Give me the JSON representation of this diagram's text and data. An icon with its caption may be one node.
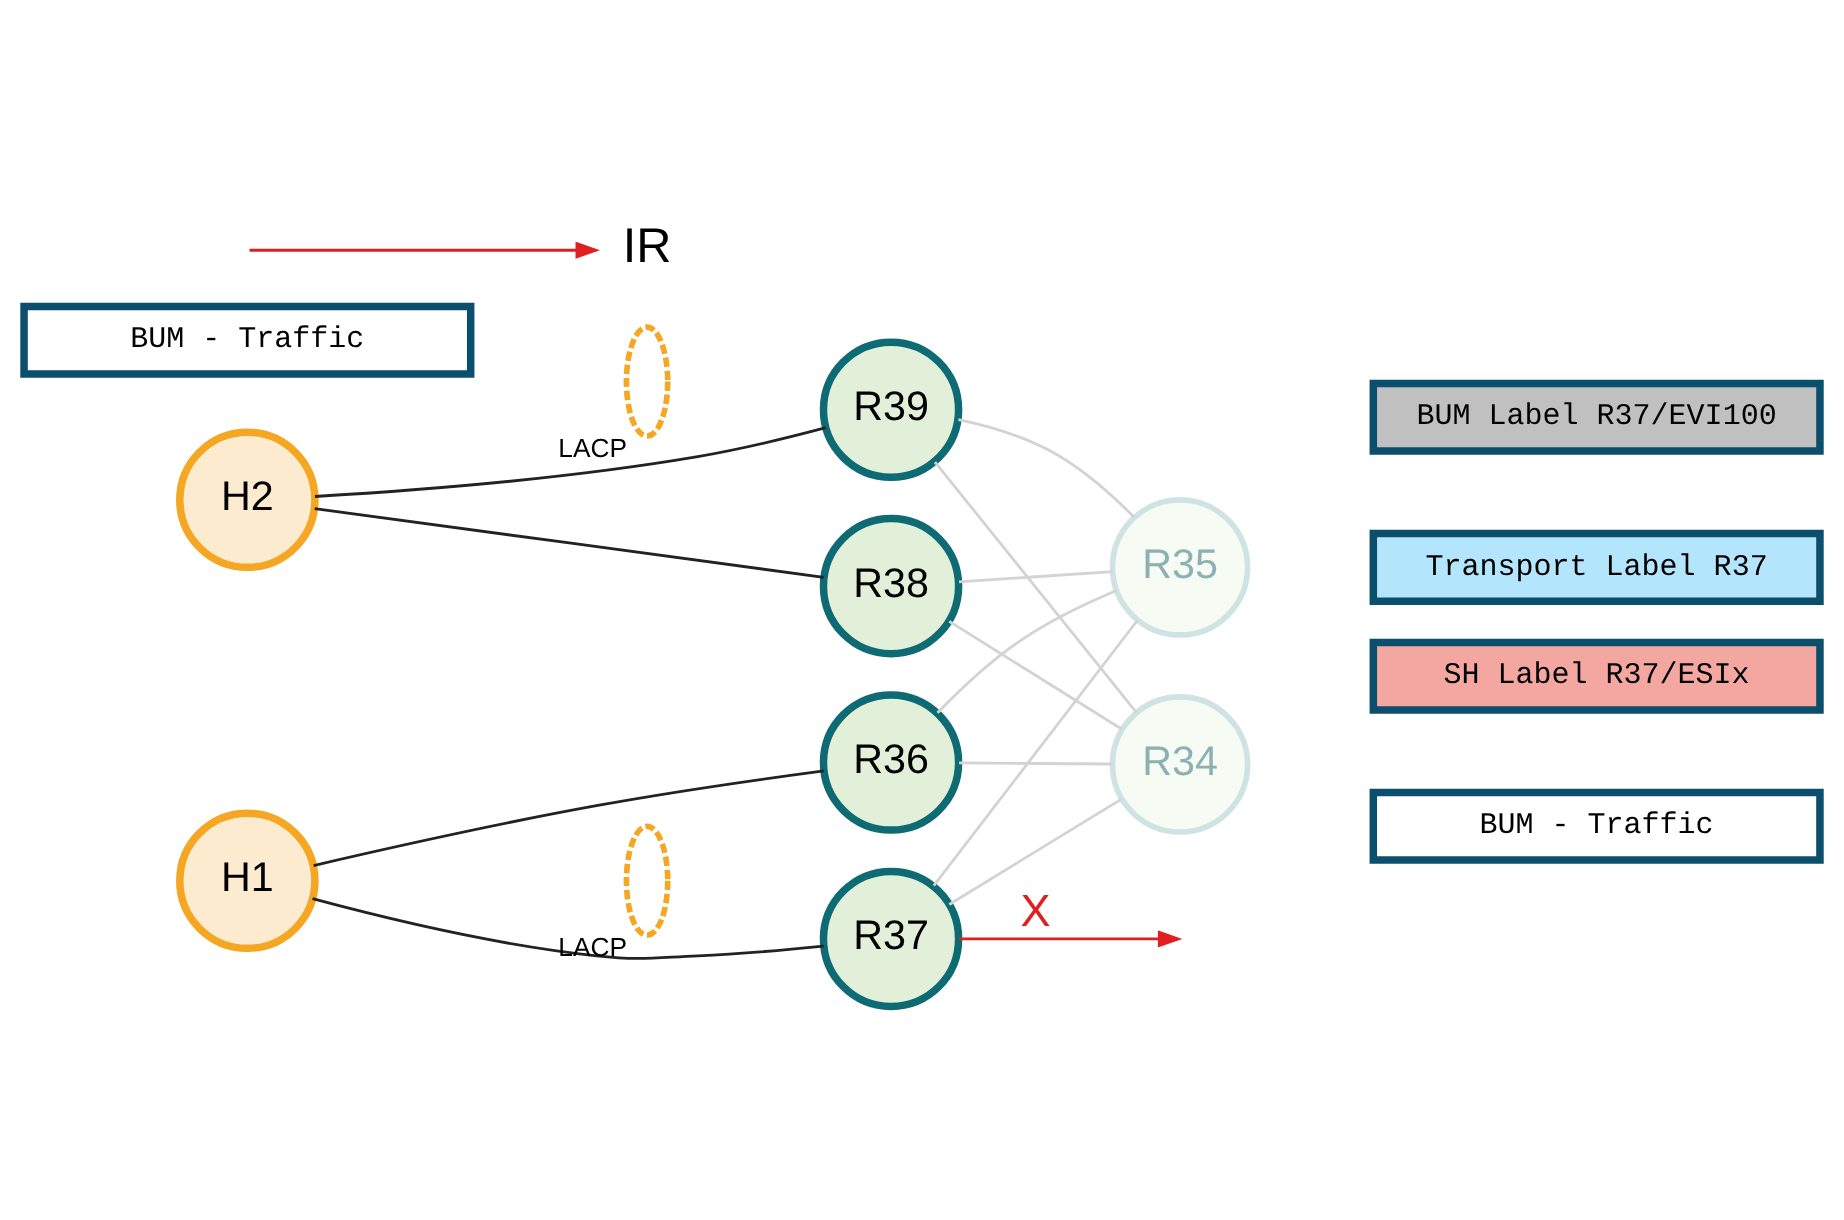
{
  "diagram": {
    "nodes": [
      {
        "text": [
          "R39"
        ]
      },
      {
        "text": [
          "H2"
        ]
      },
      {
        "text": [],
        "shape": "ellipse",
        "beside": [
          "LACP"
        ]
      },
      {
        "text": [
          "R38"
        ]
      },
      {
        "text": [
          "R35"
        ]
      },
      {
        "text": [
          "R37"
        ]
      },
      {
        "text": [
          "R34"
        ]
      },
      {
        "text": [
          "H1"
        ]
      },
      {
        "text": [],
        "shape": "ellipse",
        "beside": [
          "LACP"
        ]
      },
      {
        "text": [
          "Transport Label R37"
        ]
      },
      {
        "text": [
          "BUM Label R37/EVI100"
        ]
      },
      {
        "text": [
          "SH Label R37/ESIx"
        ]
      },
      {
        "text": [
          "R36"
        ]
      },
      {
        "text": [
          "BUM - Traffic"
        ]
      },
      {
        "text": [
          "IR"
        ]
      },
      {
        "text": [
          "BUM - Traffic"
        ]
      }
    ],
    "edges": [
      {
        "from": 1,
        "to": 0,
        "arrow": "none",
        "color": "#222222"
      },
      {
        "from": 1,
        "to": 3,
        "arrow": "none",
        "color": "#222222"
      },
      {
        "from": 7,
        "to": 5,
        "arrow": "none",
        "color": "#222222"
      },
      {
        "from": 7,
        "to": 12,
        "arrow": "none",
        "color": "#222222"
      },
      {
        "from": 0,
        "to": 4,
        "arrow": "none",
        "color": "#d3d3d3"
      },
      {
        "from": 0,
        "to": 6,
        "arrow": "none",
        "color": "#d3d3d3"
      },
      {
        "from": 3,
        "to": 4,
        "arrow": "none",
        "color": "#d3d3d3"
      },
      {
        "from": 3,
        "to": 6,
        "arrow": "none",
        "color": "#d3d3d3"
      },
      {
        "from": 5,
        "to": 4,
        "arrow": "none",
        "color": "#d3d3d3"
      },
      {
        "from": 5,
        "to": 6,
        "arrow": "none",
        "color": "#d3d3d3"
      },
      {
        "from": 12,
        "to": 4,
        "arrow": "none",
        "color": "#d3d3d3"
      },
      {
        "from": 12,
        "to": 6,
        "arrow": "none",
        "color": "#d3d3d3"
      },
      {
        "from": 5,
        "to": null,
        "arrow": "to",
        "label": "X",
        "color": "#e02020"
      },
      {
        "from": null,
        "to": 14,
        "arrow": "to",
        "color": "#e02020"
      }
    ]
  }
}
